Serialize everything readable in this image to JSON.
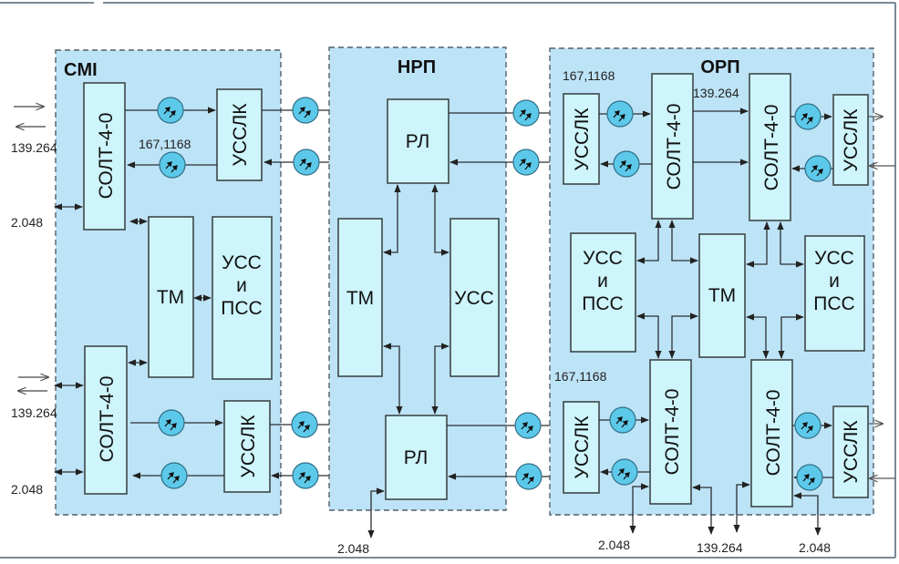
{
  "diagram": {
    "panels": {
      "cmi": {
        "title": "CMI"
      },
      "nrp": {
        "title": "НРП"
      },
      "orp": {
        "title": "ОРП"
      }
    },
    "blocks": {
      "solt": "СОЛТ-4-0",
      "usslk": "УССЛК",
      "tm": "ТМ",
      "uss_pss_line1": "УСС",
      "uss_pss_line2": "и",
      "uss_pss_line3": "ПСС",
      "uss": "УСС",
      "rl": "РЛ"
    },
    "labels": {
      "rate_139": "139.264",
      "rate_2048": "2.048",
      "rate_167": "167,1168"
    },
    "icons": {
      "amplifier": "amplifier-icon",
      "arrow": "arrow-icon"
    },
    "colors": {
      "panel_fill": "#bde3f7",
      "block_fill": "#cdf5fb",
      "amplifier_fill": "#5dc9ea",
      "line": "#2b2f31"
    }
  }
}
